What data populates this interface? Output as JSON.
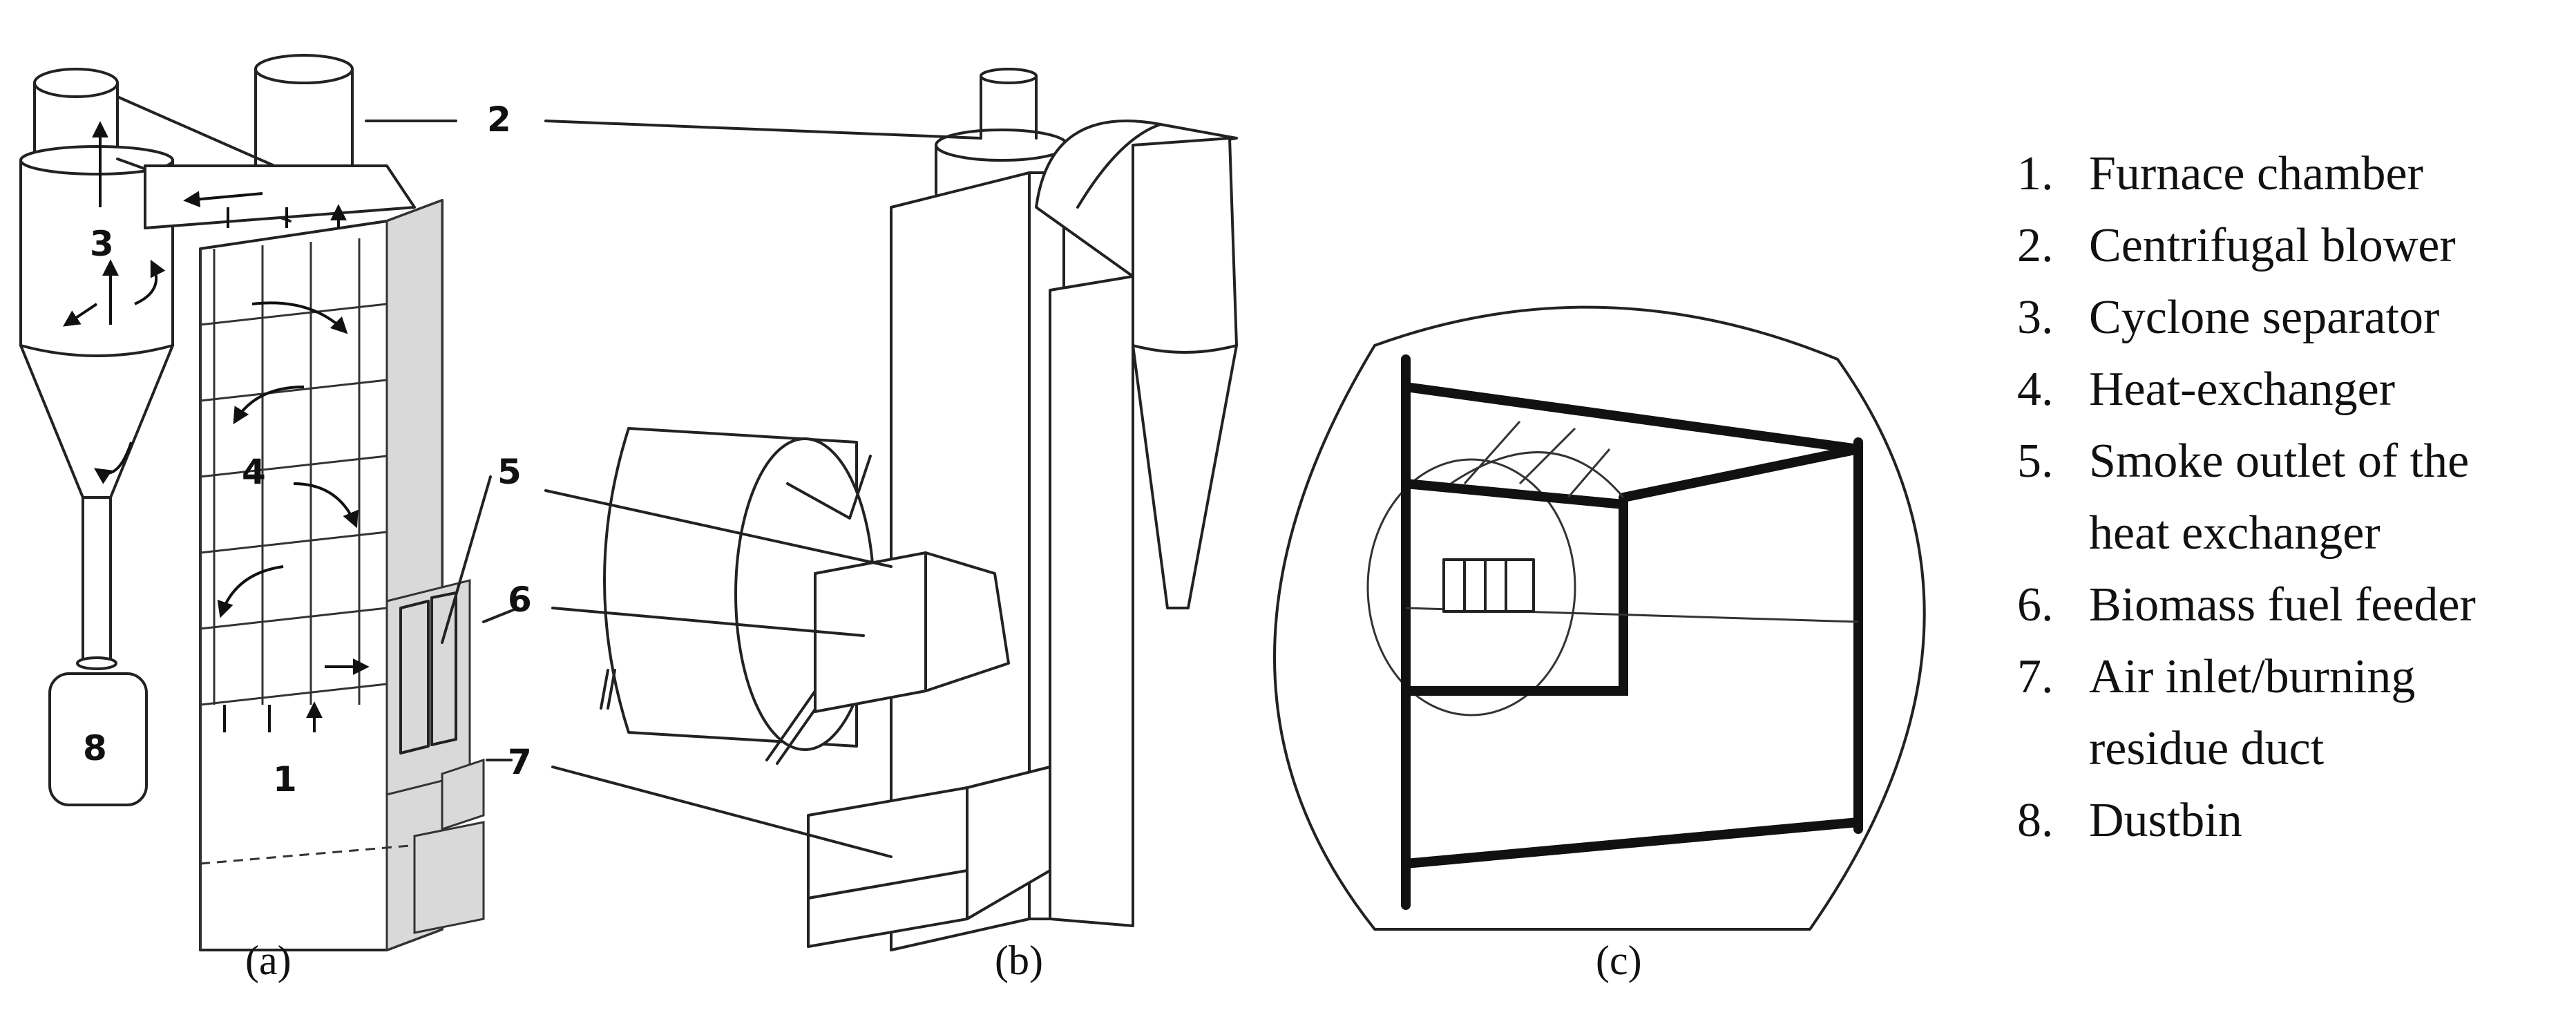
{
  "panels": {
    "a": {
      "caption": "(a)"
    },
    "b": {
      "caption": "(b)"
    },
    "c": {
      "caption": "(c)"
    }
  },
  "callouts": [
    "1",
    "2",
    "3",
    "4",
    "5",
    "6",
    "7",
    "8"
  ],
  "legend": [
    {
      "num": "1.",
      "lines": [
        "Furnace chamber"
      ]
    },
    {
      "num": "2.",
      "lines": [
        "Centrifugal blower"
      ]
    },
    {
      "num": "3.",
      "lines": [
        "Cyclone separator"
      ]
    },
    {
      "num": "4.",
      "lines": [
        "Heat-exchanger"
      ]
    },
    {
      "num": "5.",
      "lines": [
        "Smoke outlet of the",
        "heat exchanger"
      ]
    },
    {
      "num": "6.",
      "lines": [
        "Biomass fuel feeder"
      ]
    },
    {
      "num": "7.",
      "lines": [
        "Air inlet/burning",
        "residue duct"
      ]
    },
    {
      "num": "8.",
      "lines": [
        "Dustbin"
      ]
    }
  ]
}
